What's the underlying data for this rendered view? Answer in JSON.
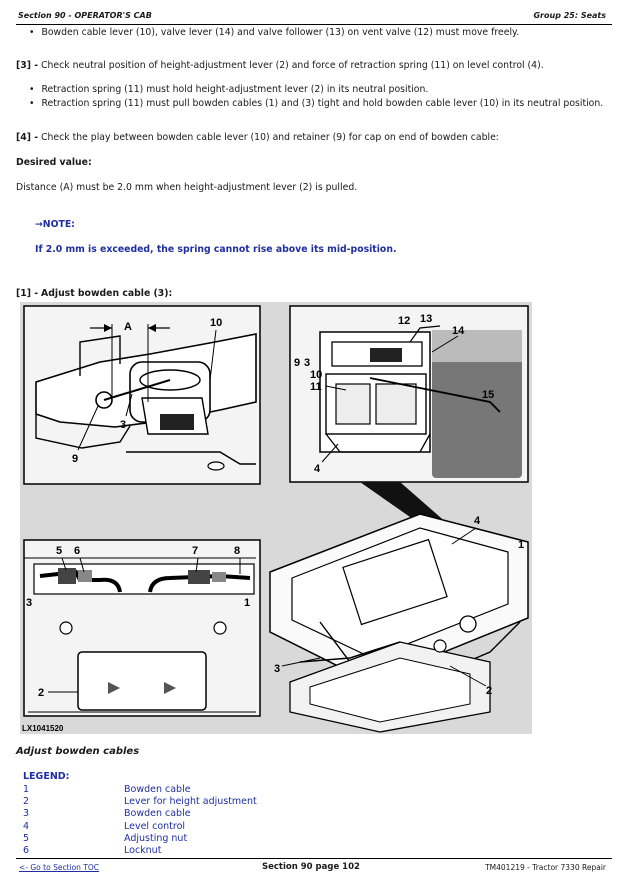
{
  "header": {
    "section": "Section 90 - OPERATOR'S CAB",
    "group": "Group 25: Seats"
  },
  "steps": {
    "bullet_top": "Bowden cable lever (10), valve lever (14) and valve follower (13) on vent valve (12) must move freely.",
    "step3_label": "[3] -",
    "step3_text": "Check neutral position of height-adjustment lever (2) and force of retraction spring (11) on level control (4).",
    "step3_bullets": [
      "Retraction spring (11) must hold height-adjustment lever (2) in its neutral position.",
      "Retraction spring (11) must pull bowden cables (1) and (3) tight and hold bowden cable lever (10) in its neutral position."
    ],
    "step4_label": "[4] -",
    "step4_text": "Check the play between bowden cable lever (10) and retainer (9) for cap on end of bowden cable:",
    "desired_label": "Desired value:",
    "desired_text": "Distance (A) must be 2.0 mm when height-adjustment lever (2) is pulled.",
    "note_label": "→NOTE:",
    "note_text": "If 2.0 mm is exceeded, the spring cannot rise above its mid-position.",
    "step1_label": "[1] -",
    "step1_text": "Adjust bowden cable (3):"
  },
  "figure": {
    "id": "LX1041520",
    "callouts_top_left": [
      "A",
      "10",
      "3",
      "9"
    ],
    "callouts_top_right": [
      "12",
      "13",
      "14",
      "9",
      "3",
      "10",
      "11",
      "15",
      "4"
    ],
    "callouts_bottom_left": [
      "5",
      "6",
      "7",
      "8",
      "3",
      "1",
      "2"
    ],
    "callouts_bottom_right": [
      "4",
      "1",
      "3",
      "2"
    ],
    "caption": "Adjust bowden cables"
  },
  "legend": {
    "title": "LEGEND:",
    "items": [
      {
        "num": "1",
        "desc": "Bowden cable"
      },
      {
        "num": "2",
        "desc": "Lever for height adjustment"
      },
      {
        "num": "3",
        "desc": "Bowden cable"
      },
      {
        "num": "4",
        "desc": "Level control"
      },
      {
        "num": "5",
        "desc": "Adjusting nut"
      },
      {
        "num": "6",
        "desc": "Locknut"
      }
    ]
  },
  "footer": {
    "toc_link": "<- Go to Section TOC",
    "page": "Section 90 page 102",
    "doc": "TM401219 - Tractor 7330 Repair"
  }
}
